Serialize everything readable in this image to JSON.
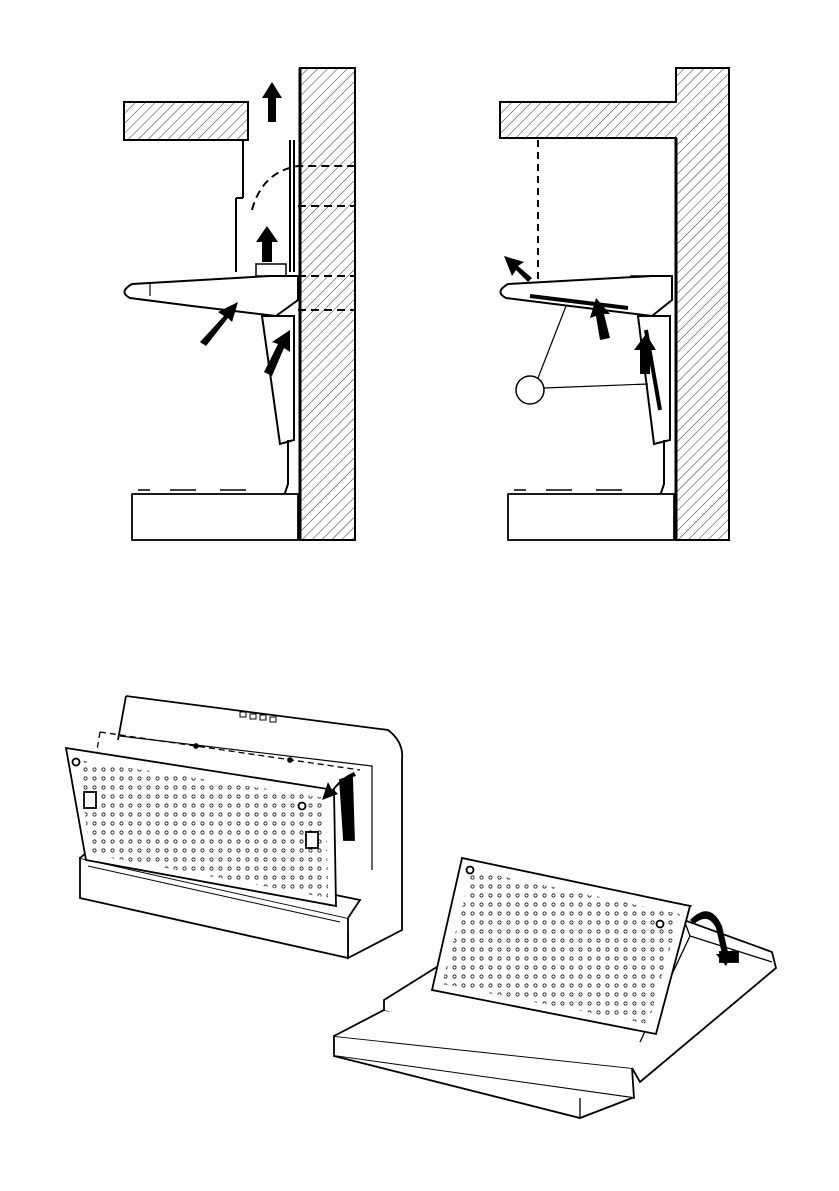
{
  "figure": {
    "panels": [
      {
        "name": "ducted-extraction-section",
        "description_visible": false
      },
      {
        "name": "recirculation-section",
        "description_visible": false
      },
      {
        "name": "hood-front-open-panel",
        "description_visible": false
      },
      {
        "name": "hood-panel-lifted",
        "description_visible": false
      }
    ],
    "callout_label": "",
    "colors": {
      "line": "#000000",
      "background": "#ffffff"
    },
    "icons": [
      "airflow-arrow-icon",
      "hatch-pattern",
      "grease-filter-panel",
      "callout-circle"
    ]
  }
}
